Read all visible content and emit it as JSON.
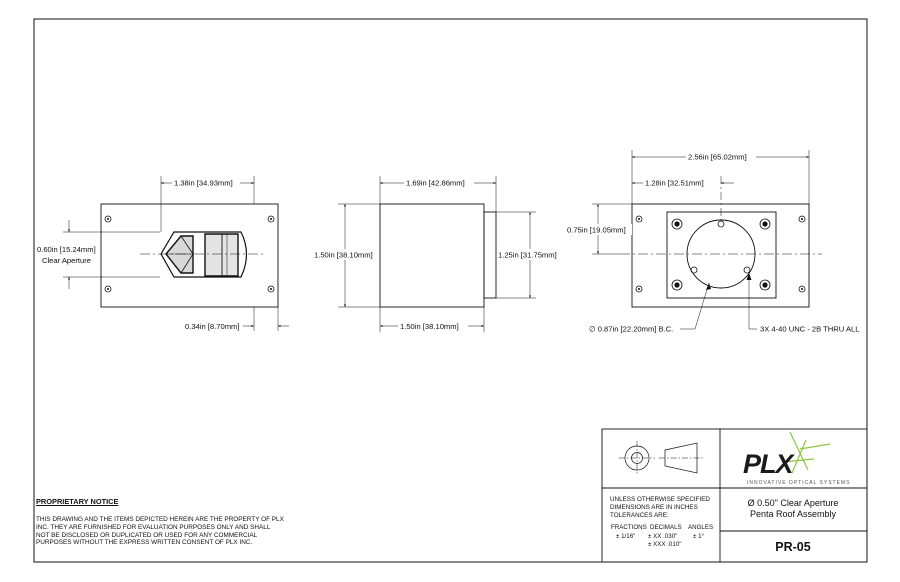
{
  "dimensions": {
    "front_width": "1.38in [34.93mm]",
    "aperture": "0.60in [15.24mm]",
    "aperture_label": "Clear Aperture",
    "front_depth": "0.34in [8.70mm]",
    "side_top": "1.69in [42.86mm]",
    "side_height": "1.50in [38.10mm]",
    "side_flange": "1.25in [31.75mm]",
    "side_bottom": "1.50in [38.10mm]",
    "back_overall": "2.56in [65.02mm]",
    "back_center": "1.28in [32.51mm]",
    "back_height": "0.75in [19.05mm]",
    "bolt_circle": "∅ 0.87in [22.20mm] B.C.",
    "thread_note": "3X 4-40 UNC - 2B THRU ALL"
  },
  "notice": {
    "title": "PROPRIETARY NOTICE",
    "body": "THIS DRAWING AND THE ITEMS DEPICTED HEREIN ARE THE PROPERTY OF PLX INC. THEY ARE FURNISHED FOR EVALUATION PURPOSES ONLY AND SHALL NOT BE DISCLOSED OR DUPLICATED OR USED FOR ANY COMMERCIAL PURPOSES WITHOUT THE EXPRESS WRITTEN CONSENT OF PLX INC."
  },
  "title_block": {
    "logo_text": "PLX",
    "tagline": "INNOVATIVE OPTICAL SYSTEMS",
    "tol_line1": "UNLESS OTHERWISE SPECIFIED",
    "tol_line2": "DIMENSIONS ARE IN INCHES",
    "tol_line3": "TOLERANCES ARE:",
    "col_fractions": "FRACTIONS",
    "col_decimals": "DECIMALS",
    "col_angles": "ANGLES",
    "val_fraction": "± 1/16\"",
    "val_dec1": "± XX  .030\"",
    "val_dec2": "± XXX .010\"",
    "val_angle": "± 1°",
    "description_line1": "Ø 0.50\" Clear Aperture",
    "description_line2": "Penta Roof Assembly",
    "part_number": "PR-05"
  },
  "colors": {
    "line": "#111111",
    "logo_green": "#8cc63f",
    "logo_dark": "#1a1a1a"
  }
}
